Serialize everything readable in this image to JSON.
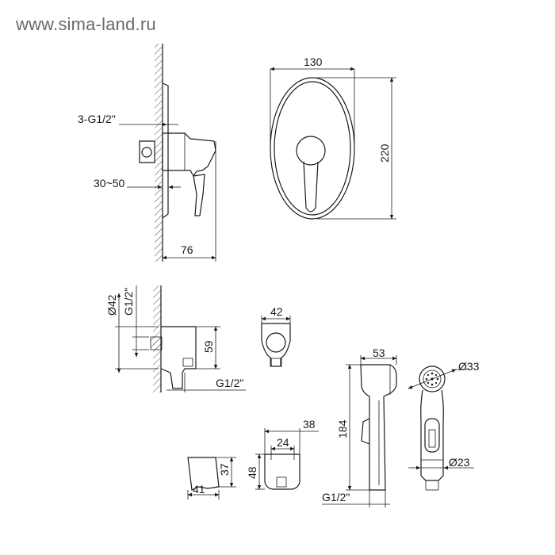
{
  "watermark": "www.sima-land.ru",
  "views": {
    "mixer_side": {
      "thread": "3-G1/2\"",
      "wall_depth": "30~50",
      "depth": "76"
    },
    "mixer_front": {
      "width": "130",
      "height": "220"
    },
    "hose_connector_side": {
      "diameter": "Ø42",
      "thread_top": "G1/2\"",
      "height": "59",
      "thread_bottom": "G1/2\""
    },
    "hose_connector_front": {
      "width": "42"
    },
    "holder_side": {
      "height": "37",
      "depth": "41"
    },
    "holder_front": {
      "outer_width": "38",
      "inner_width": "24",
      "height": "48"
    },
    "shower_side": {
      "head_width": "53",
      "length": "184",
      "thread": "G1/2\""
    },
    "shower_front": {
      "head_diameter": "Ø33",
      "handle_diameter": "Ø23"
    }
  }
}
